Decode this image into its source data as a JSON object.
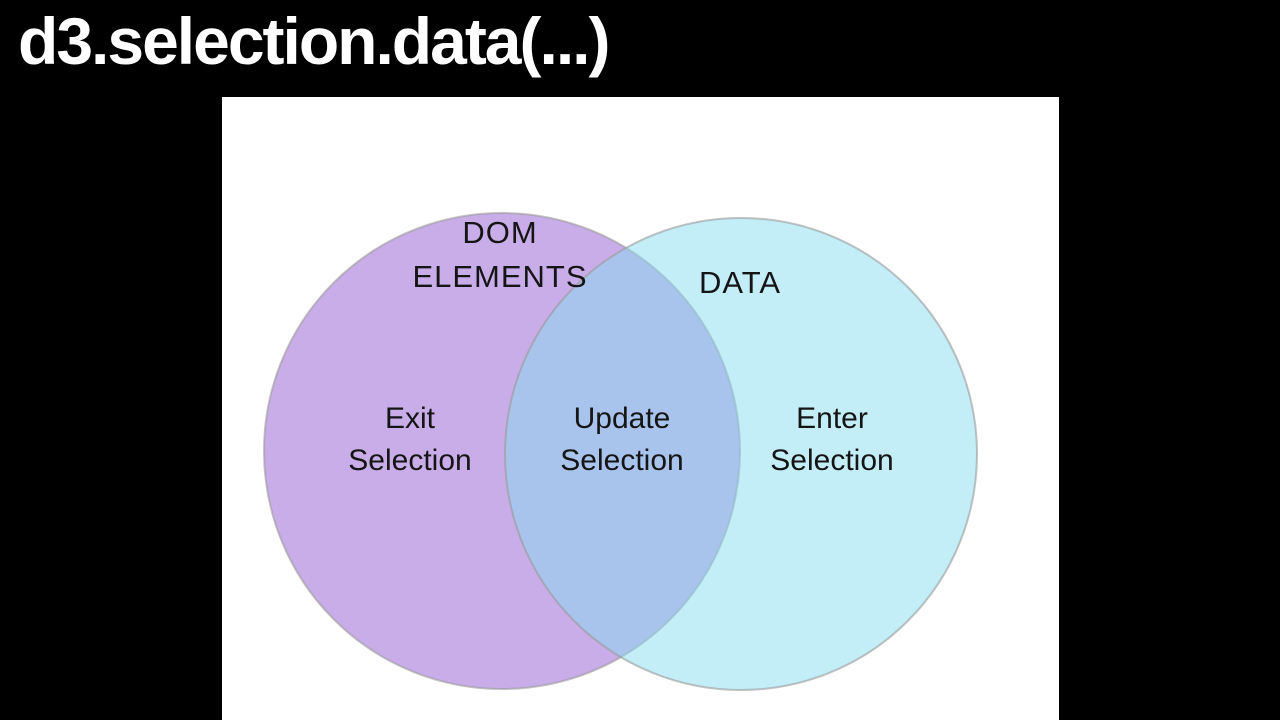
{
  "title": "d3.selection.data(...)",
  "venn": {
    "left_set_title": "DOM ELEMENTS",
    "right_set_title": "DATA",
    "left_region_label": "Exit Selection",
    "overlap_region_label": "Update Selection",
    "right_region_label": "Enter Selection"
  },
  "colors": {
    "page_background": "#000000",
    "title_text": "#ffffff",
    "panel_background": "#ffffff",
    "diagram_text": "#151515",
    "left_circle_fill": "#c9ade9",
    "right_circle_fill_base": "#87dbef",
    "right_circle_opacity": "0.5",
    "right_circle_apparent": "#c3edf7",
    "overlap_apparent": "#a8c4ec",
    "circle_stroke": "#999999",
    "circle_stroke_opacity": "0.6"
  }
}
